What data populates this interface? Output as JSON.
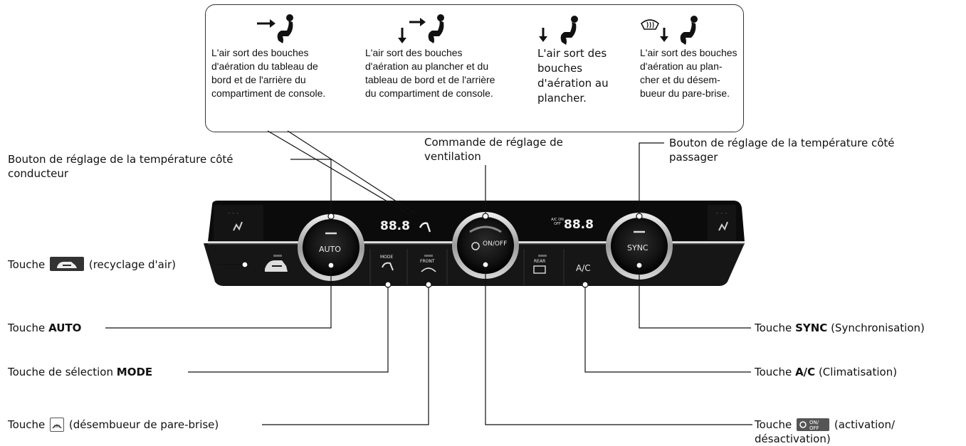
{
  "modes": [
    {
      "icon": "dash-vent-icon",
      "lines": [
        "L'air sort des bouches",
        "d'aération du tableau de",
        "bord et de l'arrière du",
        "compartiment de console."
      ]
    },
    {
      "icon": "floor-dash-vent-icon",
      "lines": [
        "L'air sort des bouches",
        "d'aération au plancher et du",
        "tableau de bord et de l'arrière",
        "du compartiment de console."
      ]
    },
    {
      "icon": "floor-vent-icon",
      "lines": [
        "L'air sort des",
        "bouches",
        "d'aération au",
        "plancher."
      ]
    },
    {
      "icon": "floor-defrost-vent-icon",
      "lines": [
        "L'air sort des bouches",
        "d'aération au plan-",
        "cher et du désem-",
        "bueur du pare-brise."
      ]
    }
  ],
  "labels": {
    "driver_temp": [
      "Bouton de réglage de la température côté",
      "conducteur"
    ],
    "fan_control": [
      "Commande de réglage de",
      "ventilation"
    ],
    "passenger_temp": [
      "Bouton de réglage de la température côté",
      "passager"
    ],
    "recirc": {
      "prefix": "Touche",
      "suffix": "(recyclage d'air)"
    },
    "auto": {
      "prefix": "Touche",
      "bold": "AUTO"
    },
    "mode_select": {
      "prefix": "Touche de sélection",
      "bold": "MODE"
    },
    "defrost": {
      "prefix": "Touche",
      "suffix": "(désembueur de pare-brise)"
    },
    "sync": {
      "prefix": "Touche",
      "bold": "SYNC",
      "suffix": "(Synchronisation)"
    },
    "ac": {
      "prefix": "Touche",
      "bold": "A/C",
      "suffix": "(Climatisation)"
    },
    "onoff": {
      "prefix": "Touche",
      "suffix": "(activation/",
      "line2": "désactivation)"
    }
  },
  "panel": {
    "auto_label": "AUTO",
    "sync_label": "SYNC",
    "onoff_label": "ON/OFF",
    "ac_label": "A/C",
    "mode_label": "MODE",
    "front_label": "FRONT",
    "rear_label": "REAR",
    "temp_left": "88.8",
    "temp_right": "88.8",
    "ac_on_off": "A/C ON OFF"
  }
}
